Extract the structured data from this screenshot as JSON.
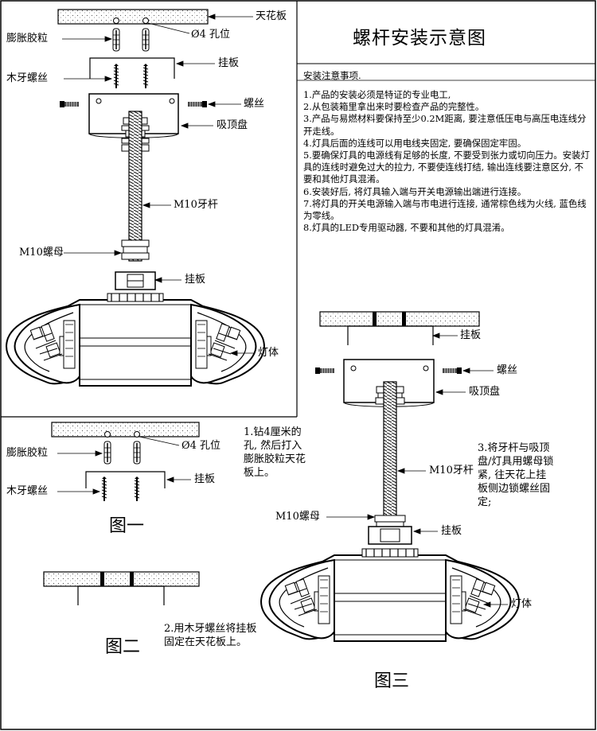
{
  "title": "螺杆安装示意图",
  "notes_heading": "安装注意事项.",
  "notes": [
    "1.产品的安装必须是特证的专业电工,",
    "2.从包装箱里拿出来时要检查产品的完整性。",
    "3.产品与易燃材料要保持至少0.2M距离, 要注意低压电与高压电连线分开走线。",
    "4.灯具后面的连线可以用电线夹固定, 要确保固定牢固。",
    "5.要确保灯具的电源线有足够的长度, 不要受到张力或切向压力。安装灯具的连线时避免过大的拉力, 不要使连线打结, 输出连线要注意区分, 不要和其他灯具混淆。",
    "6.安装好后, 将灯具输入端与开关电源输出端进行连接。",
    "7.将灯具的开关电源输入端与市电进行连接, 通常棕色线为火线, 蓝色线为零线。",
    "8.灯具的LED专用驱动器, 不要和其他的灯具混淆。"
  ],
  "labels": {
    "ceiling": "天花板",
    "expansion_plug": "膨胀胶粒",
    "hole": "Ø4 孔位",
    "wood_screw": "木牙螺丝",
    "hanging_plate": "挂板",
    "screw": "螺丝",
    "ceiling_disk": "吸顶盘",
    "rod": "M10牙杆",
    "nut": "M10螺母",
    "lamp_body": "灯体"
  },
  "figures": {
    "fig1": "图一",
    "fig2": "图二",
    "fig3": "图三"
  },
  "steps": {
    "step1": "1.钻4厘米的\n孔, 然后打入\n膨胀胶粒天花\n板上。",
    "step2": "2.用木牙螺丝将挂板\n固定在天花板上。",
    "step3": "3.将牙杆与吸顶\n盘/灯具用螺母锁\n紧, 往天花上挂\n板侧边锁螺丝固\n定;"
  }
}
